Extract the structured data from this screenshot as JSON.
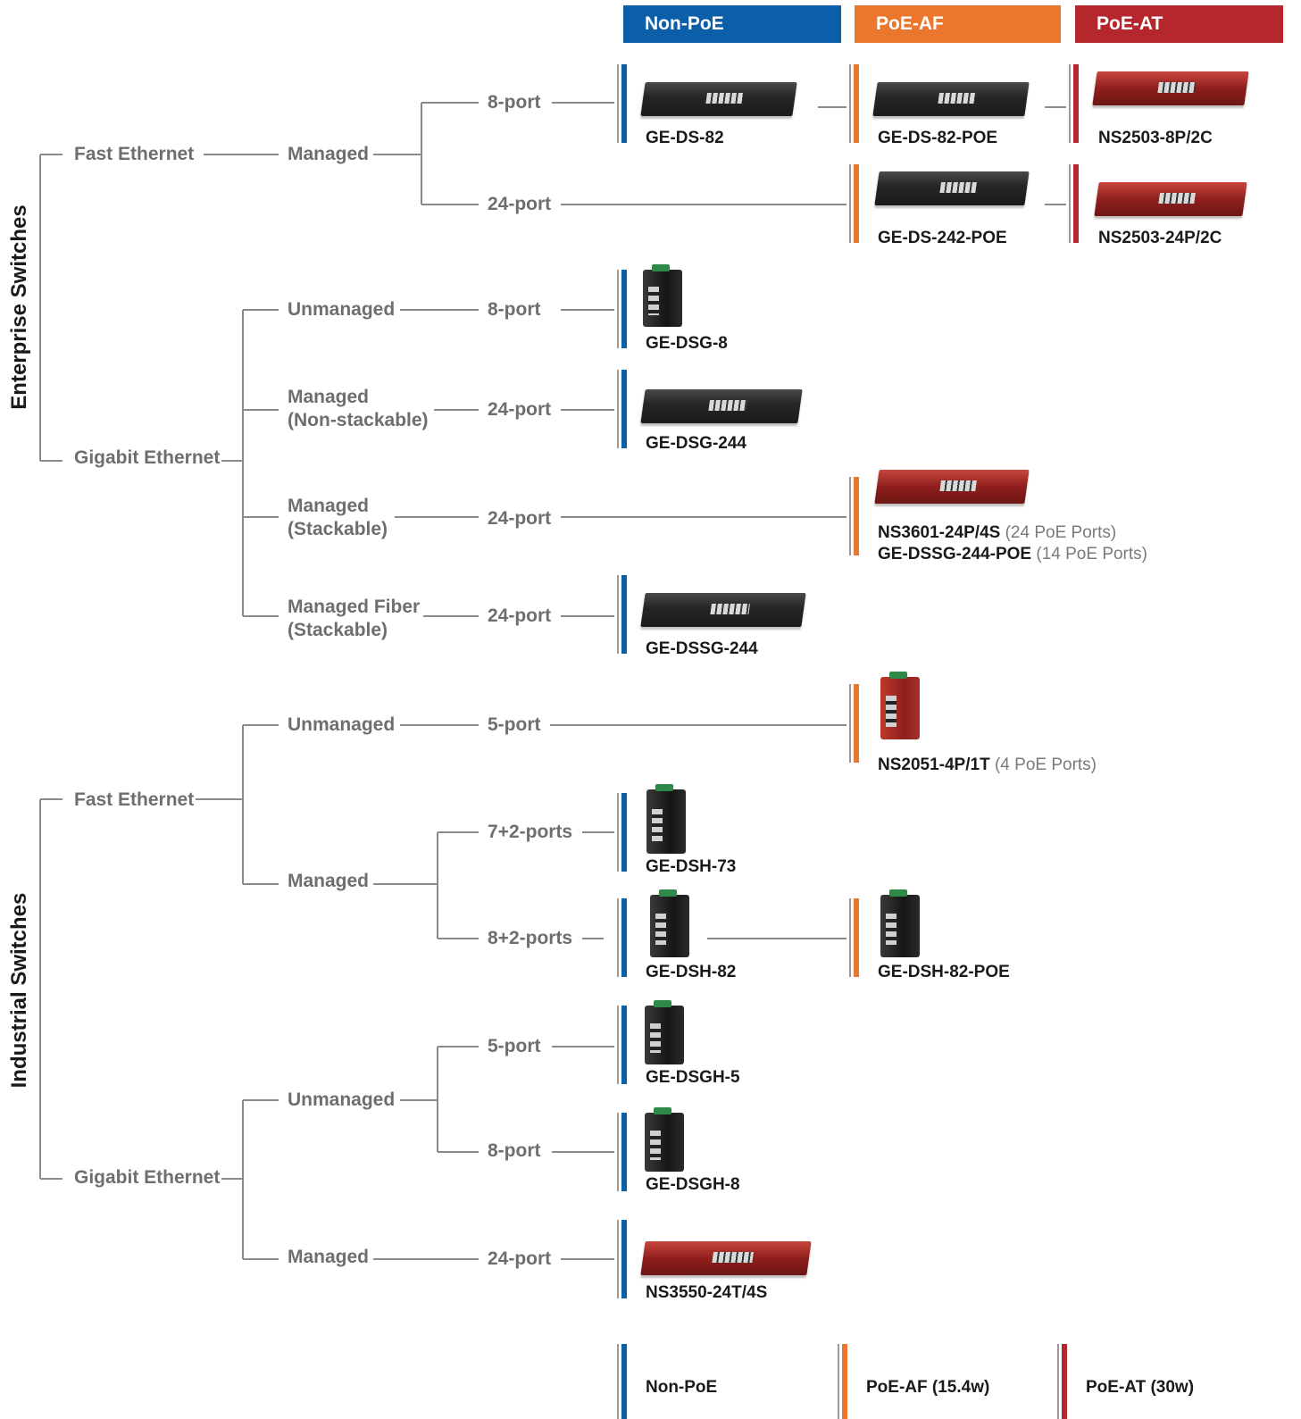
{
  "headers": {
    "non_poe": "Non-PoE",
    "poe_af": "PoE-AF",
    "poe_at": "PoE-AT"
  },
  "groups": {
    "enterprise": "Enterprise Switches",
    "industrial": "Industrial Switches"
  },
  "labels": {
    "ent_fast_ethernet": "Fast Ethernet",
    "ent_fast_managed": "Managed",
    "ent_fast_8port": "8-port",
    "ent_fast_24port": "24-port",
    "ent_gigabit_ethernet": "Gigabit Ethernet",
    "ent_gig_unmanaged": "Unmanaged",
    "ent_gig_unmanaged_8port": "8-port",
    "ent_gig_managed_ns_l1": "Managed",
    "ent_gig_managed_ns_l2": "(Non-stackable)",
    "ent_gig_managed_ns_24port": "24-port",
    "ent_gig_managed_st_l1": "Managed",
    "ent_gig_managed_st_l2": "(Stackable)",
    "ent_gig_managed_st_24port": "24-port",
    "ent_gig_fiber_l1": "Managed Fiber",
    "ent_gig_fiber_l2": "(Stackable)",
    "ent_gig_fiber_24port": "24-port",
    "ind_fast_ethernet": "Fast Ethernet",
    "ind_fast_unmanaged": "Unmanaged",
    "ind_fast_5port": "5-port",
    "ind_fast_managed": "Managed",
    "ind_fast_7_2": "7+2-ports",
    "ind_fast_8_2": "8+2-ports",
    "ind_gigabit_ethernet": "Gigabit Ethernet",
    "ind_gig_unmanaged": "Unmanaged",
    "ind_gig_5port": "5-port",
    "ind_gig_8port": "8-port",
    "ind_gig_managed": "Managed",
    "ind_gig_24port": "24-port"
  },
  "models": {
    "ge_ds_82": "GE-DS-82",
    "ge_ds_82_poe": "GE-DS-82-POE",
    "ns2503_8p": "NS2503-8P/2C",
    "ge_ds_242_poe": "GE-DS-242-POE",
    "ns2503_24p": "NS2503-24P/2C",
    "ge_dsg_8": "GE-DSG-8",
    "ge_dsg_244": "GE-DSG-244",
    "ns3601": "NS3601-24P/4S",
    "ns3601_note": "(24 PoE Ports)",
    "ge_dssg_244_poe": "GE-DSSG-244-POE",
    "ge_dssg_244_poe_note": "(14 PoE Ports)",
    "ge_dssg_244": "GE-DSSG-244",
    "ns2051": "NS2051-4P/1T",
    "ns2051_note": "(4 PoE Ports)",
    "ge_dsh_73": "GE-DSH-73",
    "ge_dsh_82": "GE-DSH-82",
    "ge_dsh_82_poe": "GE-DSH-82-POE",
    "ge_dsgh_5": "GE-DSGH-5",
    "ge_dsgh_8": "GE-DSGH-8",
    "ns3550": "NS3550-24T/4S"
  },
  "legend": {
    "non_poe": "Non-PoE",
    "poe_af": "PoE-AF (15.4w)",
    "poe_at": "PoE-AT (30w)"
  },
  "colors": {
    "non_poe": "#0b5ea8",
    "poe_af": "#ea772d",
    "poe_at": "#b5272d",
    "connector": "#8a8a8a"
  }
}
